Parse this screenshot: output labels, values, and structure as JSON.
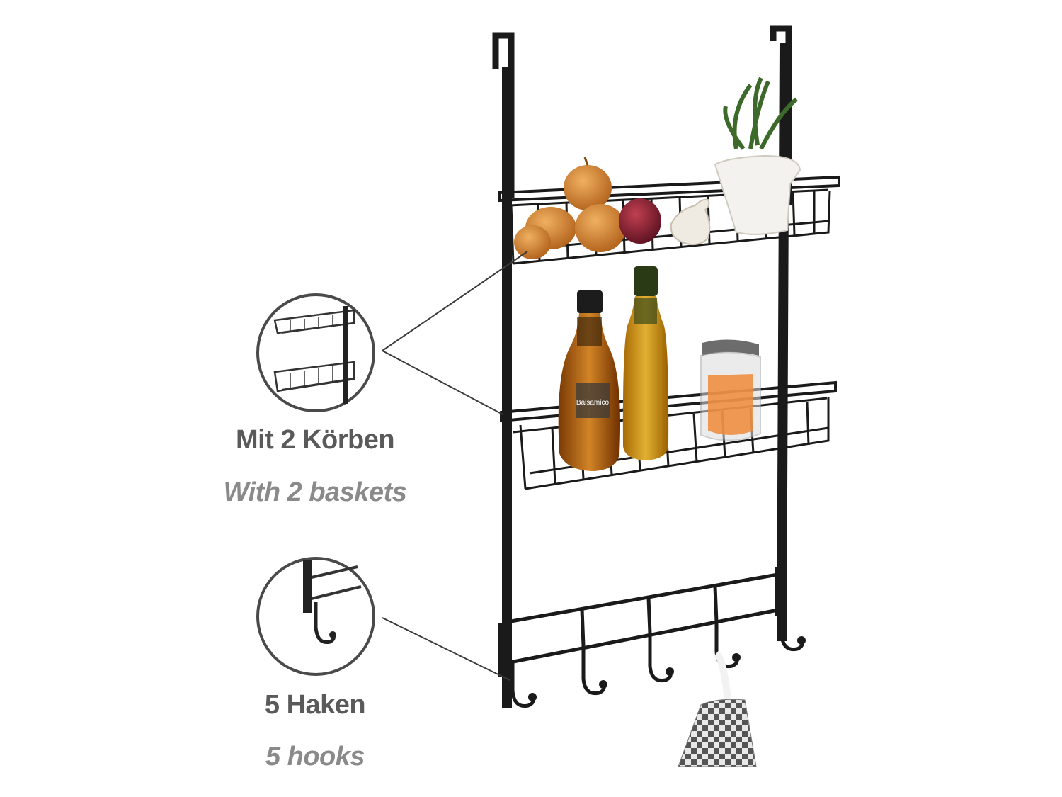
{
  "feature_baskets": {
    "title_de": "Mit 2 Körben",
    "title_en": "With 2 baskets"
  },
  "feature_hooks": {
    "title_de": "5 Haken",
    "title_en": "5 hooks"
  },
  "product_text": {
    "vinegar_label": "Balsamico"
  },
  "colors": {
    "text_de": "#5a5a5a",
    "text_en": "#8a8a8a",
    "metal": "#1a1a1a",
    "circle": "#4a4a4a"
  }
}
